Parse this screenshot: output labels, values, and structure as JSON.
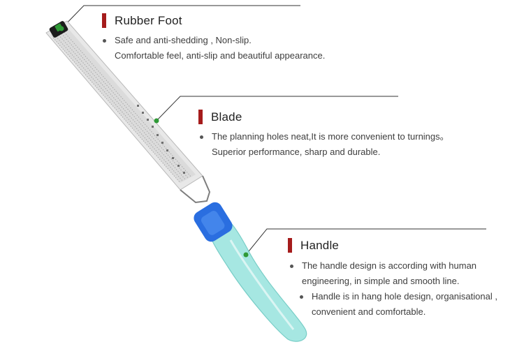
{
  "callouts": {
    "rubber_foot": {
      "title": "Rubber Foot",
      "lines": [
        "Safe and anti-shedding , Non-slip.",
        "Comfortable feel, anti-slip and beautiful appearance."
      ]
    },
    "blade": {
      "title": "Blade",
      "lines": [
        "The planning holes neat,It is more convenient to turnings。",
        "Superior performance, sharp and durable."
      ]
    },
    "handle": {
      "title": "Handle",
      "lines": [
        "The handle design is according with human",
        "engineering, in simple and smooth line.",
        "Handle is in hang hole design, organisational ,",
        "convenient and comfortable."
      ]
    }
  },
  "colors": {
    "accent_bar": "#a51c1c",
    "marker": "#2f9a36",
    "handle_cap": "#2a6ee0",
    "handle_body": "#9fe6e0",
    "blade": "#e7e7e7"
  },
  "icons": {
    "marker": "green-dot-icon",
    "bullet": "bullet-dot-icon"
  }
}
